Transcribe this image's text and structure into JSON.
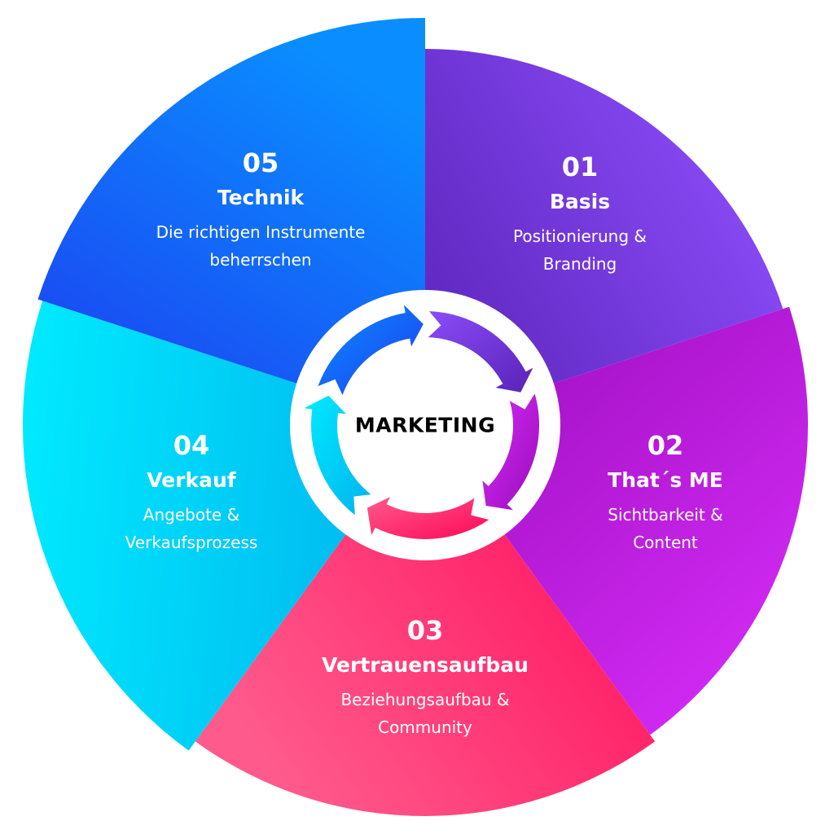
{
  "center_label": "MARKETING",
  "segments": [
    {
      "number": "01",
      "title": "Basis",
      "desc1": "Positionierung &",
      "desc2": "Branding",
      "color_inner": "#5a22b8",
      "color_outer": "#8a4cf8"
    },
    {
      "number": "02",
      "title": "That´s ME",
      "desc1": "Sichtbarkeit &",
      "desc2": "Content",
      "color_inner": "#9a0cbc",
      "color_outer": "#d42cf6"
    },
    {
      "number": "03",
      "title": "Vertrauensaufbau",
      "desc1": "Beziehungsaufbau &",
      "desc2": "Community",
      "color_inner": "#ff0858",
      "color_outer": "#ff5a8c"
    },
    {
      "number": "04",
      "title": "Verkauf",
      "desc1": "Angebote &",
      "desc2": "Verkaufsprozess",
      "color_inner": "#00b4ee",
      "color_outer": "#00eaff"
    },
    {
      "number": "05",
      "title": "Technik",
      "desc1": "Die richtigen Instrumente",
      "desc2": "beherrschen",
      "color_inner": "#1e3cf0",
      "color_outer": "#0a8eff"
    }
  ]
}
